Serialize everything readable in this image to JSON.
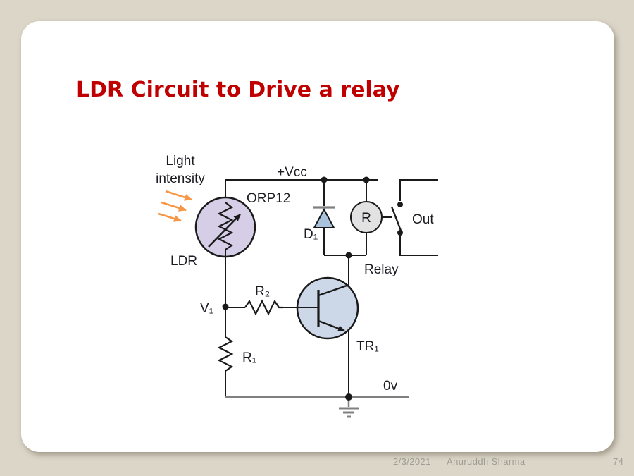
{
  "slide": {
    "title": "LDR Circuit to Drive a relay",
    "footer": {
      "date": "2/3/2021",
      "author": "Anuruddh Sharma",
      "page": "74"
    }
  },
  "circuit": {
    "labels": {
      "light_line1": "Light",
      "light_line2": "intensity",
      "ldr": "LDR",
      "orp12": "ORP12",
      "vcc": "+Vcc",
      "d1": "D₁",
      "relay_r": "R",
      "relay": "Relay",
      "out": "Out",
      "v1": "V₁",
      "r2": "R₂",
      "r1": "R₁",
      "tr1": "TR₁",
      "zero_volt": "0v"
    },
    "colors": {
      "title_red": "#c00000",
      "arrow_orange": "#f79646",
      "ldr_fill": "#d6cee7",
      "diode_fill": "#a9c3dd",
      "transistor_fill": "#ccd7e7",
      "relay_fill": "#e2e2e2",
      "wire_black": "#1a1a1a",
      "rail_gray": "#808080",
      "page_background": "#dbd6c8",
      "slide_background": "#ffffff",
      "footer_gray": "#9e9c94"
    }
  }
}
